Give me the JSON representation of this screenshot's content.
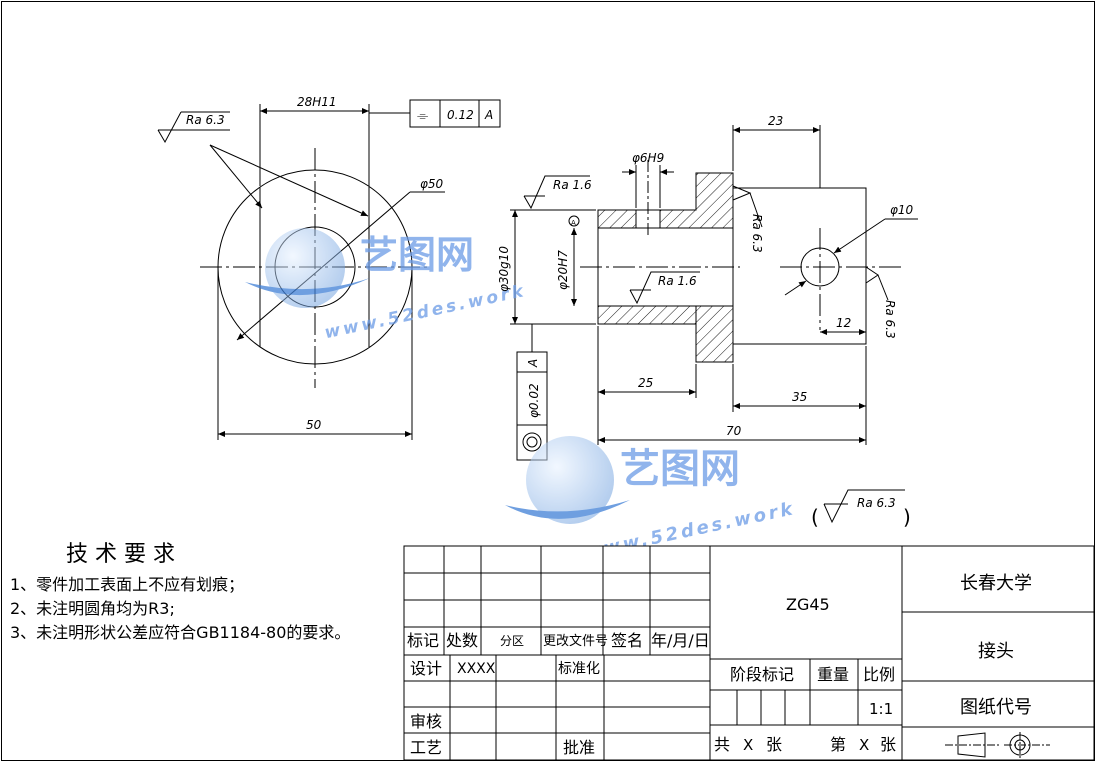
{
  "drawing": {
    "front_view": {
      "roughness_top": "Ra 6.3",
      "dim_width_top": "28H11",
      "tolerance_symbol": "⌯",
      "tolerance_value": "0.12",
      "tolerance_datum": "A",
      "dim_outer_diameter": "φ50",
      "dim_width_bottom": "50"
    },
    "section_view": {
      "dim_pin_hole": "φ6H9",
      "roughness_left": "Ra 1.6",
      "datum_marker": "A",
      "dim_outer": "φ30g10",
      "dim_bore": "φ20H7",
      "roughness_bore": "Ra 1.6",
      "roughness_face": "Ra 6.3",
      "dim_top_23": "23",
      "dim_bottom_25": "25",
      "dim_overall": "70",
      "tol_frame_datum": "A",
      "tol_frame_value": "φ0.02",
      "tol_frame_symbol": "◎"
    },
    "side_view": {
      "dim_hole": "φ10",
      "dim_offset": "12",
      "roughness_right": "Ra 6.3",
      "dim_35": "35"
    },
    "general_roughness": "Ra 6.3",
    "watermark": {
      "logo_text": "艺图网",
      "url_text": "www.52des.work"
    }
  },
  "tech_requirements": {
    "title": "技 术 要 求",
    "items": [
      "1、零件加工表面上不应有划痕；",
      "2、未注明圆角均为R3;",
      "3、未注明形状公差应符合GB1184-80的要求。"
    ]
  },
  "title_block": {
    "row_labels": {
      "mark": "标记",
      "count": "处数",
      "zone": "分区",
      "change_doc": "更改文件号",
      "signature": "签名",
      "date": "年/月/日"
    },
    "design_label": "设计",
    "designer": "XXXX",
    "standardize_label": "标准化",
    "review_label": "审核",
    "process_label": "工艺",
    "approve_label": "批准",
    "material": "ZG45",
    "stage_mark_label": "阶段标记",
    "weight_label": "重量",
    "scale_label": "比例",
    "scale_value": "1:1",
    "sheet_total_prefix": "共",
    "sheet_total_value": "X",
    "sheet_total_suffix": "张",
    "sheet_no_prefix": "第",
    "sheet_no_value": "X",
    "sheet_no_suffix": "张",
    "organization": "长春大学",
    "part_name": "接头",
    "drawing_code_label": "图纸代号"
  }
}
